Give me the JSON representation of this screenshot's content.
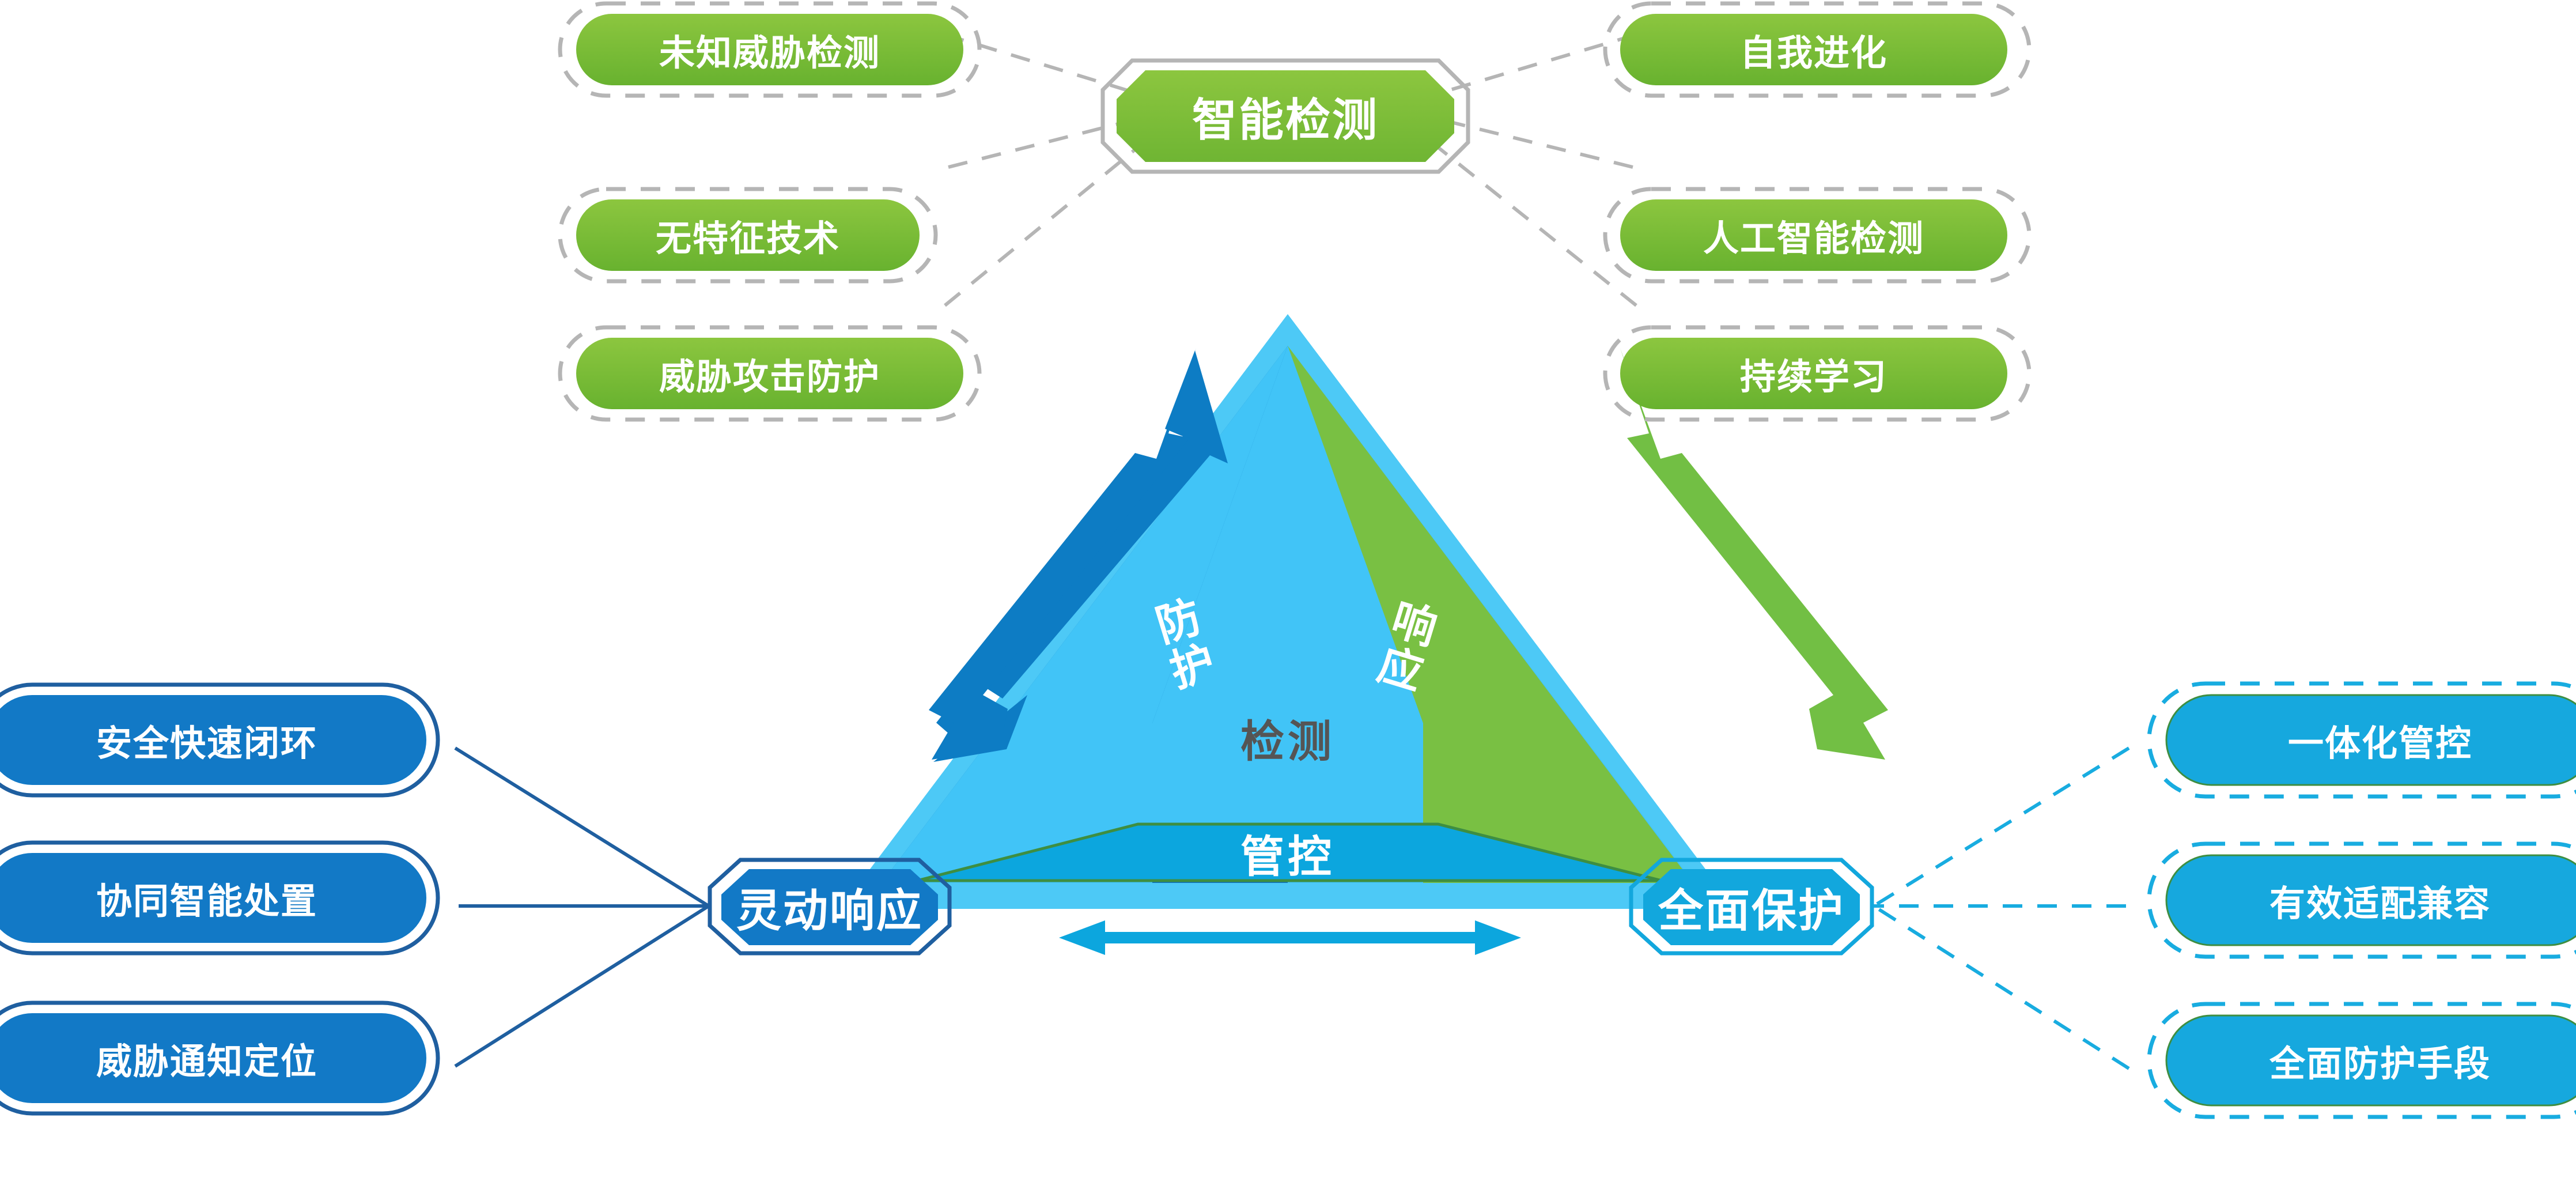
{
  "diagram": {
    "title_present": false,
    "colors": {
      "green_fill_top": "#8BC53F",
      "green_fill_bottom": "#6DB33F",
      "green_dash_border": "#B3B3B3",
      "blue_pill_fill": "#1279C6",
      "blue_pill_border": "#1F5FA0",
      "cyan_pill_fill": "#16A8DE",
      "cyan_dash_border": "#18ACE0",
      "node_green_fill": "#7DC242",
      "node_green_border": "#B3B3B3",
      "node_blue_fill": "#1279C6",
      "node_blue_border": "#1F5FA0",
      "node_cyan_fill": "#12A7DD",
      "node_cyan_border": "#12A7DD",
      "tri_outer_band": "#4DC9F6",
      "tri_inner_face": "#41C4F7",
      "tri_left_face": "#0B6FBD",
      "tri_right_face": "#79C043",
      "tri_base_face": "#0CA6DE",
      "arrow_blue": "#0D7CC4",
      "arrow_green": "#72BF44",
      "arrow_cyan": "#0CA6DE",
      "inner_text_gray": "#555555"
    },
    "nodes": {
      "top": {
        "label": "智能检测",
        "shape": "octagon",
        "style": "green"
      },
      "bottom_left": {
        "label": "灵动响应",
        "shape": "octagon",
        "style": "blue"
      },
      "bottom_right": {
        "label": "全面保护",
        "shape": "octagon",
        "style": "cyan"
      }
    },
    "triangle_faces": {
      "left": {
        "label": "防护",
        "orientation": "vertical"
      },
      "right": {
        "label": "响应",
        "orientation": "vertical"
      },
      "center": {
        "label": "检测",
        "orientation": "horizontal"
      },
      "base": {
        "label": "管控",
        "orientation": "horizontal"
      }
    },
    "arrows": {
      "left": {
        "name": "blue-double-arrow",
        "direction": "diagonal-up-down",
        "color": "#0D7CC4"
      },
      "right": {
        "name": "green-double-arrow",
        "direction": "diagonal-up-down",
        "color": "#72BF44"
      },
      "bottom": {
        "name": "cyan-double-arrow",
        "direction": "horizontal",
        "color": "#0CA6DE"
      }
    },
    "top_left_pills": [
      {
        "label": "未知威胁检测"
      },
      {
        "label": "无特征技术"
      },
      {
        "label": "威胁攻击防护"
      }
    ],
    "top_right_pills": [
      {
        "label": "自我进化"
      },
      {
        "label": "人工智能检测"
      },
      {
        "label": "持续学习"
      }
    ],
    "left_pills": [
      {
        "label": "安全快速闭环"
      },
      {
        "label": "协同智能处置"
      },
      {
        "label": "威胁通知定位"
      }
    ],
    "right_pills": [
      {
        "label": "一体化管控"
      },
      {
        "label": "有效适配兼容"
      },
      {
        "label": "全面防护手段"
      }
    ]
  }
}
